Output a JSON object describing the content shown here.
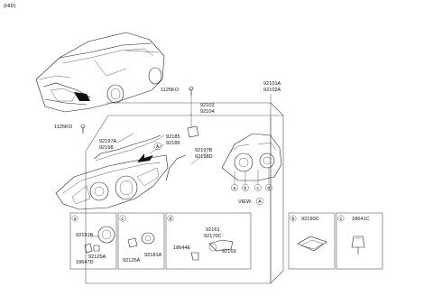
{
  "header": {
    "variant": "(HID)"
  },
  "labels": {
    "p1125KO_top": "1125KO",
    "p1125KO_left": "1125KO",
    "p92101A": "92101A",
    "p92102A": "92102A",
    "p92103": "92103",
    "p92104": "92104",
    "p92197A": "92197A",
    "p92198": "92198",
    "p92185": "92185",
    "p92186": "92186",
    "p92197B": "92197B",
    "p92198D": "92198D",
    "view_label": "VIEW",
    "view_letter": "A",
    "callout_a": "a",
    "callout_b": "b",
    "callout_c": "c",
    "callout_d": "d",
    "arrow_a": "A"
  },
  "detail_boxes": {
    "a": {
      "letter": "a",
      "parts": [
        "92191B",
        "92125A",
        "18647D"
      ]
    },
    "c": {
      "letter": "c",
      "parts": [
        "92125A",
        "92181A"
      ]
    },
    "d": {
      "letter": "d",
      "parts": [
        "92161",
        "92170C",
        "18644E",
        "92169"
      ]
    },
    "b": {
      "letter": "b",
      "parts": [
        "92190C"
      ]
    },
    "c2": {
      "letter": "c",
      "parts": [
        "18641C"
      ]
    }
  }
}
